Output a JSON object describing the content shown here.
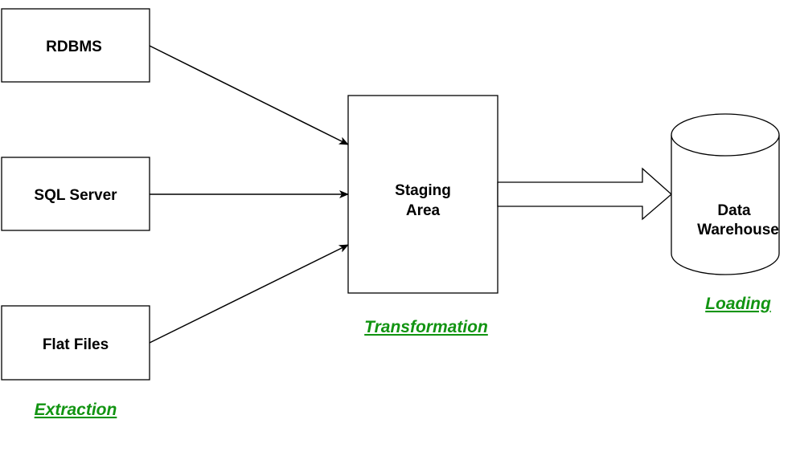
{
  "colors": {
    "stroke": "#000000",
    "box_fill": "#ffffff",
    "phase_label": "#129412"
  },
  "sources": [
    {
      "label": "RDBMS"
    },
    {
      "label": "SQL Server"
    },
    {
      "label": "Flat Files"
    }
  ],
  "staging": {
    "lines": [
      "Staging",
      "Area"
    ]
  },
  "warehouse": {
    "lines": [
      "Data",
      "Warehouse"
    ]
  },
  "phases": {
    "extraction": "Extraction",
    "transformation": "Transformation",
    "loading": "Loading"
  }
}
